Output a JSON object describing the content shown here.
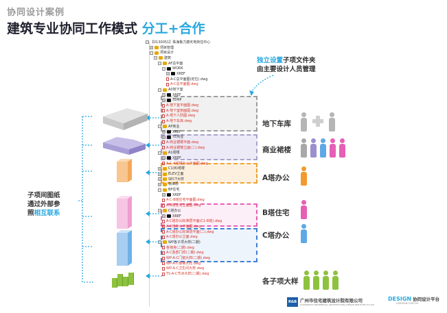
{
  "header": {
    "case_label": "协同设计案例",
    "title_main": "建筑专业协同工作模式 ",
    "title_highlight": "分工+合作"
  },
  "annotation": {
    "line1_highlight": "独立设置",
    "line1_rest": "子项文件夹",
    "line2": "由主要设计人员管理"
  },
  "side_note": {
    "line1": "子项间图纸",
    "line2": "通过外部参",
    "line3_plain": "照",
    "line3_highlight": "相互联系"
  },
  "categories": [
    {
      "label": "地下车库",
      "color": "#b5b5b5"
    },
    {
      "label": "商业裙楼",
      "color": "#9b8fcf"
    },
    {
      "label": "A塔办公",
      "color": "#f29a2e"
    },
    {
      "label": "B塔住宅",
      "color": "#e65fb6"
    },
    {
      "label": "C塔办公",
      "color": "#5fa8e6"
    },
    {
      "label": "各子项大样",
      "color": "#8dc23f"
    }
  ],
  "tree": {
    "rows": [
      {
        "indent": 0,
        "text": "【0130051】珠海鲁力康天地商住中心",
        "red": false,
        "folder": "none",
        "pm": "−"
      },
      {
        "indent": 1,
        "text": "项目管理",
        "red": false,
        "folder": "yellow",
        "pm": "+"
      },
      {
        "indent": 1,
        "text": "项目设计",
        "red": false,
        "folder": "yellow",
        "pm": "−"
      },
      {
        "indent": 2,
        "text": "建筑",
        "red": false,
        "folder": "yellow",
        "pm": "−"
      },
      {
        "indent": 3,
        "text": "AF总平面",
        "red": false,
        "folder": "yellow",
        "pm": "−"
      },
      {
        "indent": 4,
        "text": "WORK",
        "red": false,
        "folder": "black",
        "pm": "−"
      },
      {
        "indent": 5,
        "text": "XREF",
        "red": false,
        "folder": "black",
        "pm": "+"
      },
      {
        "indent": 5,
        "text": "A-C总平面图(定位).dwg",
        "red": false,
        "folder": "doc",
        "pm": ""
      },
      {
        "indent": 5,
        "text": "A-C总平面图.dwg",
        "red": true,
        "folder": "doc",
        "pm": ""
      },
      {
        "indent": 3,
        "text": "A0地下室",
        "red": false,
        "folder": "yellow",
        "pm": "−"
      },
      {
        "indent": 4,
        "text": "XREF",
        "red": false,
        "folder": "black",
        "pm": "+"
      },
      {
        "indent": 4,
        "text": "TEMP",
        "red": false,
        "folder": "black",
        "pm": "+"
      },
      {
        "indent": 4,
        "text": "A-地下室平面图.dwg",
        "red": true,
        "folder": "doc",
        "pm": ""
      },
      {
        "indent": 4,
        "text": "A-地下室剖面图.dwg",
        "red": true,
        "folder": "doc",
        "pm": ""
      },
      {
        "indent": 4,
        "text": "A-地下人防图.dwg",
        "red": true,
        "folder": "doc",
        "pm": ""
      },
      {
        "indent": 4,
        "text": "A-地下车库.dwg",
        "red": true,
        "folder": "doc",
        "pm": ""
      },
      {
        "indent": 3,
        "text": "AP商业",
        "red": false,
        "folder": "yellow",
        "pm": "−"
      },
      {
        "indent": 4,
        "text": "XREF",
        "red": false,
        "folder": "black",
        "pm": "+"
      },
      {
        "indent": 4,
        "text": "TE商业",
        "red": false,
        "folder": "black",
        "pm": "+"
      },
      {
        "indent": 4,
        "text": "A-商业裙楼平面.dwg",
        "red": true,
        "folder": "doc",
        "pm": ""
      },
      {
        "indent": 4,
        "text": "A-商业裙楼立面(二).dwg",
        "red": true,
        "folder": "doc",
        "pm": ""
      },
      {
        "indent": 3,
        "text": "A1塔楼",
        "red": false,
        "folder": "yellow",
        "pm": "−"
      },
      {
        "indent": 4,
        "text": "XREF",
        "red": false,
        "folder": "black",
        "pm": "+"
      },
      {
        "indent": 4,
        "text": "A-C-A塔楼办公平面图.dwg",
        "red": true,
        "folder": "doc",
        "pm": ""
      },
      {
        "indent": 3,
        "text": "C1(B)塔楼",
        "red": false,
        "folder": "yellow",
        "pm": "+"
      },
      {
        "indent": 3,
        "text": "ELEV立面",
        "red": false,
        "folder": "yellow",
        "pm": "+"
      },
      {
        "indent": 3,
        "text": "SECT大样",
        "red": false,
        "folder": "yellow",
        "pm": "+"
      },
      {
        "indent": 3,
        "text": "标准层",
        "red": false,
        "folder": "yellow",
        "pm": "+"
      },
      {
        "indent": 3,
        "text": "BP住宅",
        "red": false,
        "folder": "yellow",
        "pm": "−"
      },
      {
        "indent": 4,
        "text": "XREF",
        "red": false,
        "folder": "black",
        "pm": "+"
      },
      {
        "indent": 4,
        "text": "A-C-B塔住宅平面图.dwg",
        "red": true,
        "folder": "doc",
        "pm": ""
      },
      {
        "indent": 4,
        "text": "A-B塔住宅立面图.dwg",
        "red": true,
        "folder": "doc",
        "pm": ""
      },
      {
        "indent": 3,
        "text": "C塔办公",
        "red": false,
        "folder": "yellow",
        "pm": "−"
      },
      {
        "indent": 4,
        "text": "XREF",
        "red": false,
        "folder": "black",
        "pm": "+"
      },
      {
        "indent": 4,
        "text": "A-C塔办公标准层平面(C1-B塔).dwg",
        "red": true,
        "folder": "doc",
        "pm": ""
      },
      {
        "indent": 4,
        "text": "A-C塔办公平面图.dwg",
        "red": true,
        "folder": "doc",
        "pm": ""
      },
      {
        "indent": 4,
        "text": "A-C塔办公标准层平面(二).dwg",
        "red": true,
        "folder": "doc",
        "pm": ""
      },
      {
        "indent": 4,
        "text": "A-C塔办公立面.dwg",
        "red": true,
        "folder": "doc",
        "pm": ""
      },
      {
        "indent": 3,
        "text": "WP各子项大样(二期)",
        "red": false,
        "folder": "yellow",
        "pm": "−"
      },
      {
        "indent": 4,
        "text": "各墙身(二期).dwg",
        "red": true,
        "folder": "doc",
        "pm": ""
      },
      {
        "indent": 4,
        "text": "A-C各部门样(二期).dwg",
        "red": true,
        "folder": "doc",
        "pm": ""
      },
      {
        "indent": 4,
        "text": "WP-A-C门窗大样(二期).dwg",
        "red": true,
        "folder": "doc",
        "pm": ""
      },
      {
        "indent": 4,
        "text": "WP-A-C楼梯大样.dwg",
        "red": true,
        "folder": "doc",
        "pm": ""
      },
      {
        "indent": 4,
        "text": "WP-A-C卫生间大样.dwg",
        "red": true,
        "folder": "doc",
        "pm": ""
      },
      {
        "indent": 4,
        "text": "TS-A-C节点大样(二期).dwg",
        "red": true,
        "folder": "doc",
        "pm": ""
      }
    ]
  },
  "footer": {
    "left_logo_mark": "R&B",
    "left_logo_text": "广州市住宅建筑设计院有限公司",
    "left_logo_sub": "GUANGZHOU RESIDENTIAL ARCHITECTURAL DESIGN INSTITUTE CO.,LTD",
    "right_logo_mark": "DESIGN",
    "right_logo_text": "协同设计平台",
    "right_logo_sub": "ODESIGN.COM.CN"
  }
}
